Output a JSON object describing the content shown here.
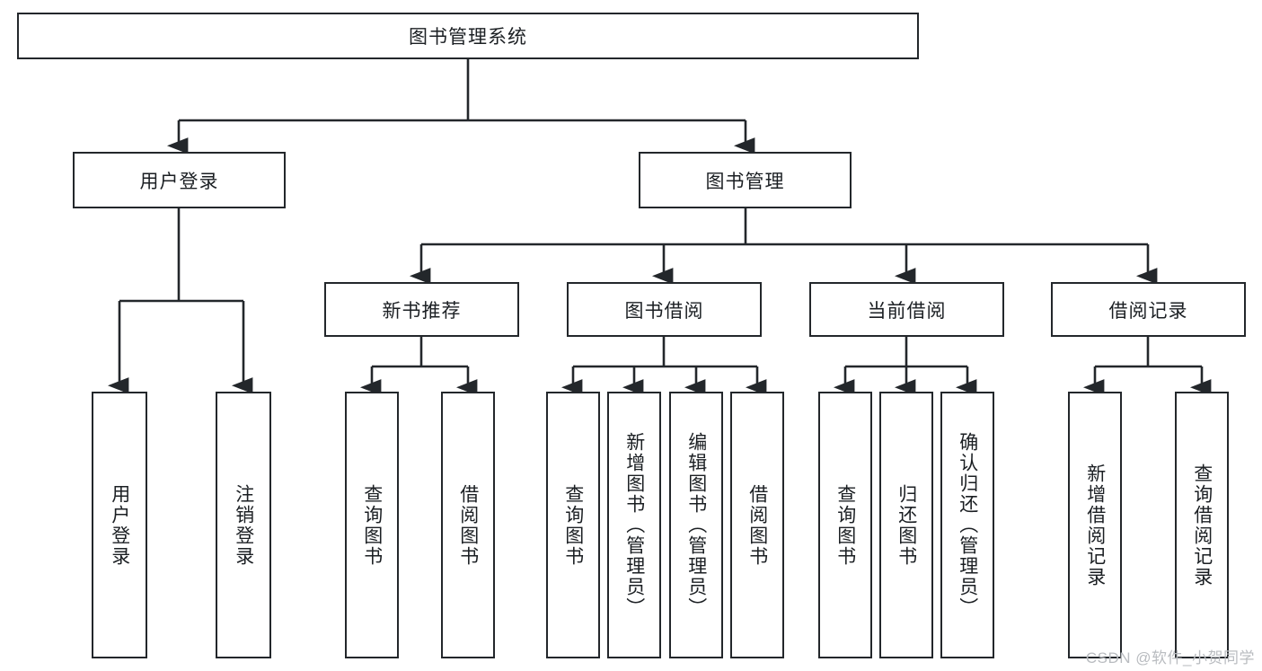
{
  "diagram": {
    "title_node": {
      "label": "图书管理系统"
    },
    "level2": [
      {
        "id": "user-login",
        "label": "用户登录"
      },
      {
        "id": "book-management",
        "label": "图书管理"
      }
    ],
    "level3": [
      {
        "id": "new-book-recommend",
        "label": "新书推荐"
      },
      {
        "id": "book-borrow",
        "label": "图书借阅"
      },
      {
        "id": "current-borrow",
        "label": "当前借阅"
      },
      {
        "id": "borrow-record",
        "label": "借阅记录"
      }
    ],
    "leaves": {
      "user_login": [
        {
          "id": "leaf-user-login",
          "label": "用户登录"
        },
        {
          "id": "leaf-logout-login",
          "label": "注销登录"
        }
      ],
      "new_book_recommend": [
        {
          "id": "leaf-query-book-1",
          "label": "查询图书"
        },
        {
          "id": "leaf-borrow-book-1",
          "label": "借阅图书"
        }
      ],
      "book_borrow": [
        {
          "id": "leaf-query-book-2",
          "label": "查询图书"
        },
        {
          "id": "leaf-add-book",
          "label": "新增图书（管理员）"
        },
        {
          "id": "leaf-edit-book",
          "label": "编辑图书（管理员）"
        },
        {
          "id": "leaf-borrow-book-2",
          "label": "借阅图书"
        }
      ],
      "current_borrow": [
        {
          "id": "leaf-query-book-3",
          "label": "查询图书"
        },
        {
          "id": "leaf-return-book",
          "label": "归还图书"
        },
        {
          "id": "leaf-confirm-return",
          "label": "确认归还（管理员）"
        }
      ],
      "borrow_record": [
        {
          "id": "leaf-add-record",
          "label": "新增借阅记录"
        },
        {
          "id": "leaf-query-record",
          "label": "查询借阅记录"
        }
      ]
    }
  },
  "watermark": {
    "text": "CSDN @软件_小贺同学"
  },
  "colors": {
    "stroke": "#23272b",
    "background": "#ffffff",
    "text": "#1b1f23",
    "watermark": "#b9bcc0"
  }
}
